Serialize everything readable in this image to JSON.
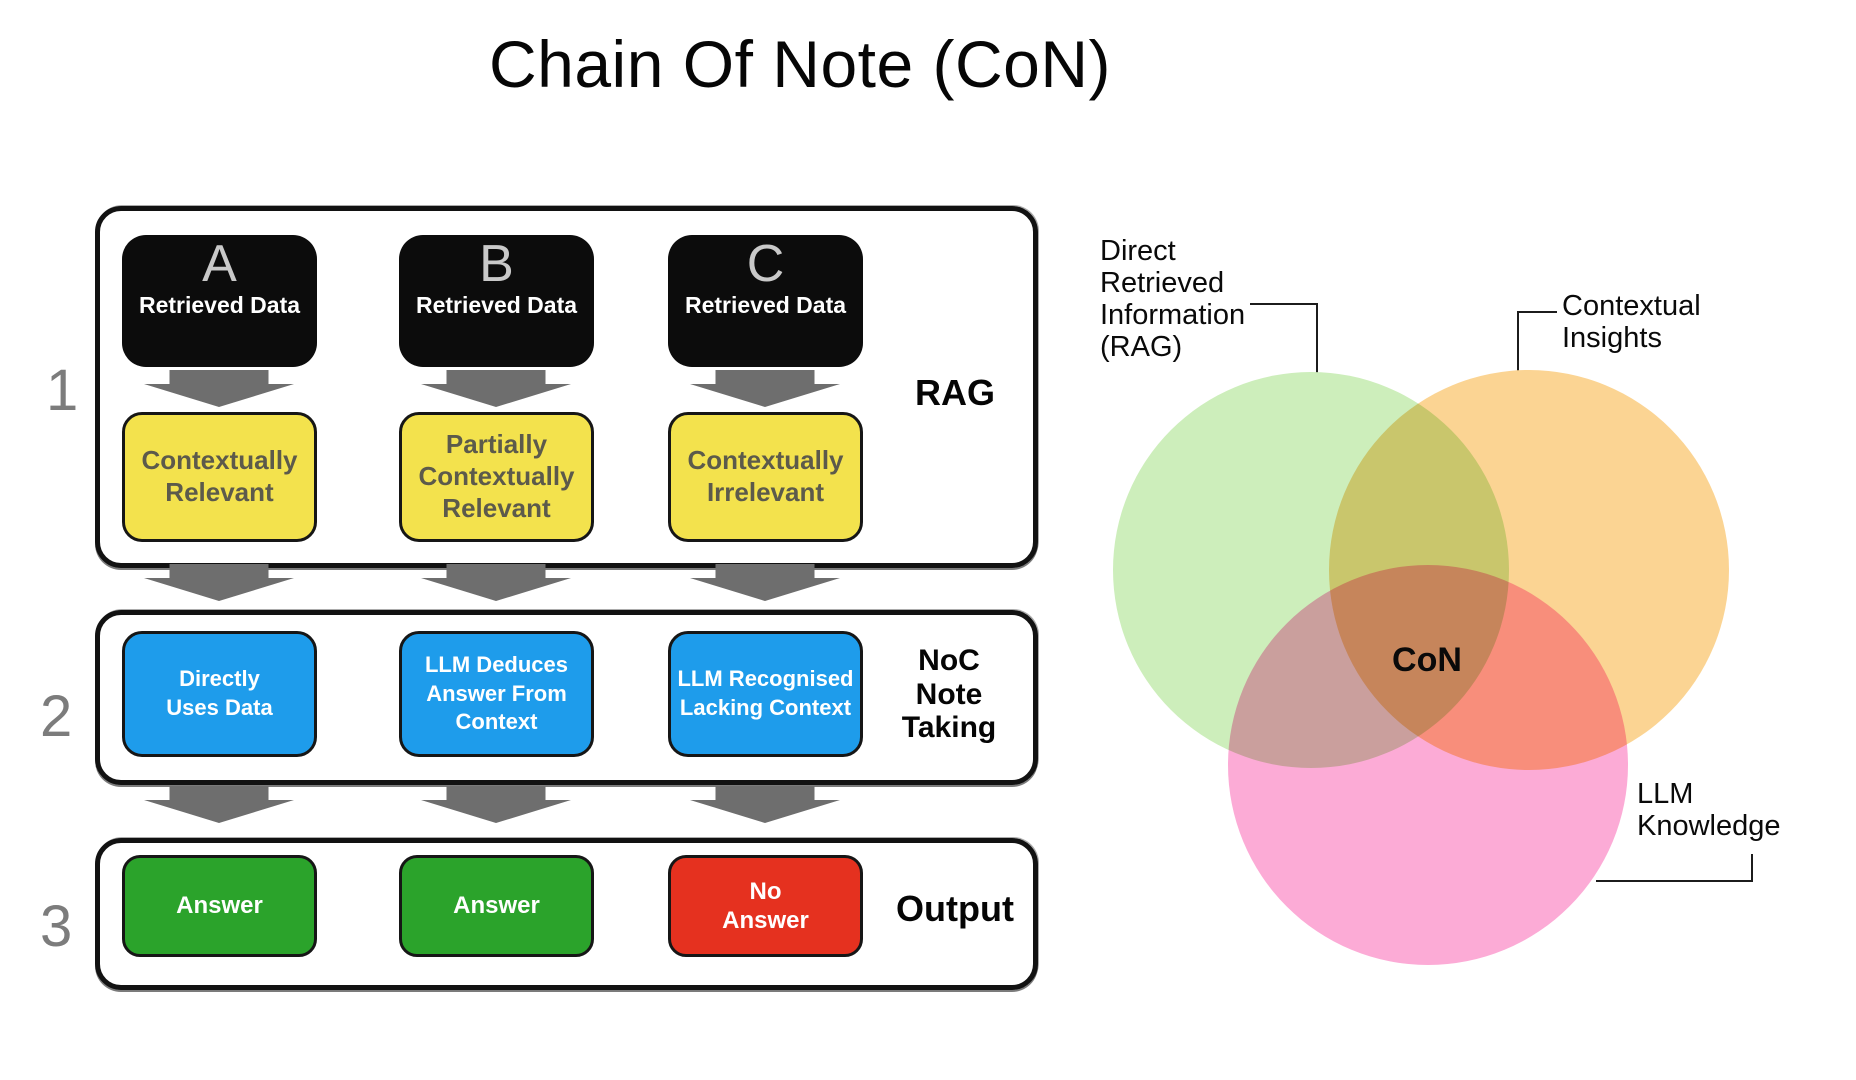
{
  "title": "Chain Of Note (CoN)",
  "flow": {
    "stages": [
      {
        "number": "1",
        "label": "RAG",
        "sources": [
          {
            "letter": "A",
            "name": "Retrieved Data"
          },
          {
            "letter": "B",
            "name": "Retrieved Data"
          },
          {
            "letter": "C",
            "name": "Retrieved Data"
          }
        ],
        "assessments": [
          "Contextually\nRelevant",
          "Partially\nContextually\nRelevant",
          "Contextually\nIrrelevant"
        ]
      },
      {
        "number": "2",
        "label": "NoC\nNote\nTaking",
        "notes": [
          "Directly\nUses Data",
          "LLM Deduces\nAnswer From\nContext",
          "LLM Recognised\nLacking Context"
        ]
      },
      {
        "number": "3",
        "label": "Output",
        "outputs": [
          {
            "text": "Answer",
            "status": "positive"
          },
          {
            "text": "Answer",
            "status": "positive"
          },
          {
            "text": "No\nAnswer",
            "status": "negative"
          }
        ]
      }
    ]
  },
  "venn": {
    "center_label": "CoN",
    "circles": [
      {
        "label": "Direct\nRetrieved\nInformation\n(RAG)",
        "color": "#cdeebb"
      },
      {
        "label": "Contextual\nInsights",
        "color": "#fbd493"
      },
      {
        "label": "LLM\nKnowledge",
        "color": "#fcabd6"
      }
    ]
  },
  "colors": {
    "source_box": "#0c0c0c",
    "assessment_box": "#f3e24d",
    "note_box": "#1e9ceb",
    "answer_box": "#2ba32b",
    "no_answer_box": "#e5311f",
    "arrow": "#6e6e6e",
    "frame_border": "#121212"
  }
}
